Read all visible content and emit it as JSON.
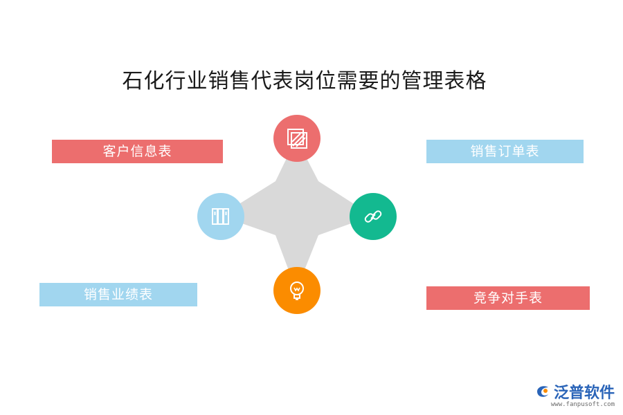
{
  "title": "石化行业销售代表岗位需要的管理表格",
  "labels": {
    "top_left": "客户信息表",
    "top_right": "销售订单表",
    "bottom_left": "销售业绩表",
    "bottom_right": "竞争对手表"
  },
  "icons": {
    "top": "stripes-square-icon",
    "left": "books-icon",
    "right": "link-icon",
    "bottom": "lightbulb-icon"
  },
  "colors": {
    "red": "#ec6e6e",
    "blue": "#a1d6ef",
    "green": "#13b990",
    "orange": "#fb8c00",
    "star": "#d9d9d9"
  },
  "logo": {
    "name": "泛普软件",
    "url": "www.fanpusoft.com"
  }
}
